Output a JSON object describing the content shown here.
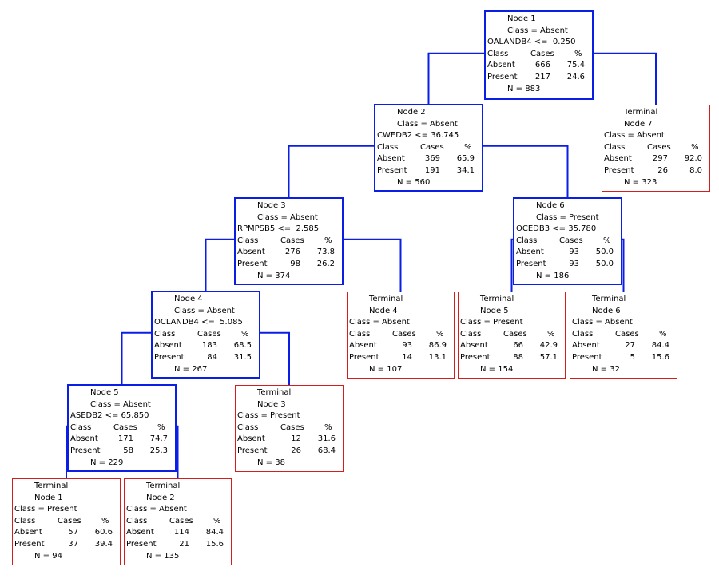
{
  "tree": {
    "nodes": [
      {
        "id": "n1",
        "kind": "split",
        "lines": [
          "Node 1",
          "Class = Absent",
          "OALANDB4 <=  0.250"
        ],
        "cls": "Absent",
        "rows": [
          [
            "Absent",
            "666",
            "75.4"
          ],
          [
            "Present",
            "217",
            "24.6"
          ]
        ],
        "n": "N = 883"
      },
      {
        "id": "n2",
        "kind": "split",
        "lines": [
          "Node 2",
          "Class = Absent",
          "CWEDB2 <= 36.745"
        ],
        "cls": "Absent",
        "rows": [
          [
            "Absent",
            "369",
            "65.9"
          ],
          [
            "Present",
            "191",
            "34.1"
          ]
        ],
        "n": "N = 560"
      },
      {
        "id": "t7",
        "kind": "term",
        "lines": [
          "Terminal",
          "Node 7",
          "Class = Absent"
        ],
        "cls": "Absent",
        "rows": [
          [
            "Absent",
            "297",
            "92.0"
          ],
          [
            "Present",
            "26",
            "8.0"
          ]
        ],
        "n": "N = 323"
      },
      {
        "id": "n3",
        "kind": "split",
        "lines": [
          "Node 3",
          "Class = Absent",
          "RPMPSB5 <=  2.585"
        ],
        "cls": "Absent",
        "rows": [
          [
            "Absent",
            "276",
            "73.8"
          ],
          [
            "Present",
            "98",
            "26.2"
          ]
        ],
        "n": "N = 374"
      },
      {
        "id": "n6",
        "kind": "split",
        "lines": [
          "Node 6",
          "Class = Present",
          "OCEDB3 <= 35.780"
        ],
        "cls": "Present",
        "rows": [
          [
            "Absent",
            "93",
            "50.0"
          ],
          [
            "Present",
            "93",
            "50.0"
          ]
        ],
        "n": "N = 186"
      },
      {
        "id": "n4",
        "kind": "split",
        "lines": [
          "Node 4",
          "Class = Absent",
          "OCLANDB4 <=  5.085"
        ],
        "cls": "Absent",
        "rows": [
          [
            "Absent",
            "183",
            "68.5"
          ],
          [
            "Present",
            "84",
            "31.5"
          ]
        ],
        "n": "N = 267"
      },
      {
        "id": "t4",
        "kind": "term",
        "lines": [
          "Terminal",
          "Node 4",
          "Class = Absent"
        ],
        "cls": "Absent",
        "rows": [
          [
            "Absent",
            "93",
            "86.9"
          ],
          [
            "Present",
            "14",
            "13.1"
          ]
        ],
        "n": "N = 107"
      },
      {
        "id": "t5",
        "kind": "term",
        "lines": [
          "Terminal",
          "Node 5",
          "Class = Present"
        ],
        "cls": "Present",
        "rows": [
          [
            "Absent",
            "66",
            "42.9"
          ],
          [
            "Present",
            "88",
            "57.1"
          ]
        ],
        "n": "N = 154"
      },
      {
        "id": "t6",
        "kind": "term",
        "lines": [
          "Terminal",
          "Node 6",
          "Class = Absent"
        ],
        "cls": "Absent",
        "rows": [
          [
            "Absent",
            "27",
            "84.4"
          ],
          [
            "Present",
            "5",
            "15.6"
          ]
        ],
        "n": "N = 32"
      },
      {
        "id": "n5",
        "kind": "split",
        "lines": [
          "Node 5",
          "Class = Absent",
          "ASEDB2 <= 65.850"
        ],
        "cls": "Absent",
        "rows": [
          [
            "Absent",
            "171",
            "74.7"
          ],
          [
            "Present",
            "58",
            "25.3"
          ]
        ],
        "n": "N = 229"
      },
      {
        "id": "t3",
        "kind": "term",
        "lines": [
          "Terminal",
          "Node 3",
          "Class = Present"
        ],
        "cls": "Present",
        "rows": [
          [
            "Absent",
            "12",
            "31.6"
          ],
          [
            "Present",
            "26",
            "68.4"
          ]
        ],
        "n": "N = 38"
      },
      {
        "id": "t1",
        "kind": "term",
        "lines": [
          "Terminal",
          "Node 1",
          "Class = Present"
        ],
        "cls": "Present",
        "rows": [
          [
            "Absent",
            "57",
            "60.6"
          ],
          [
            "Present",
            "37",
            "39.4"
          ]
        ],
        "n": "N = 94"
      },
      {
        "id": "t2",
        "kind": "term",
        "lines": [
          "Terminal",
          "Node 2",
          "Class = Absent"
        ],
        "cls": "Absent",
        "rows": [
          [
            "Absent",
            "114",
            "84.4"
          ],
          [
            "Present",
            "21",
            "15.6"
          ]
        ],
        "n": "N = 135"
      }
    ],
    "edges": [
      [
        "n1",
        "n2"
      ],
      [
        "n1",
        "t7"
      ],
      [
        "n2",
        "n3"
      ],
      [
        "n2",
        "n6"
      ],
      [
        "n3",
        "n4"
      ],
      [
        "n3",
        "t4"
      ],
      [
        "n6",
        "t5"
      ],
      [
        "n6",
        "t6"
      ],
      [
        "n4",
        "n5"
      ],
      [
        "n4",
        "t3"
      ],
      [
        "n5",
        "t1"
      ],
      [
        "n5",
        "t2"
      ]
    ],
    "table_header": {
      "class": "Class",
      "cases": "Cases",
      "pct": "%"
    },
    "colors": {
      "split": "#0a1ee6",
      "terminal": "#d21e1e"
    }
  }
}
